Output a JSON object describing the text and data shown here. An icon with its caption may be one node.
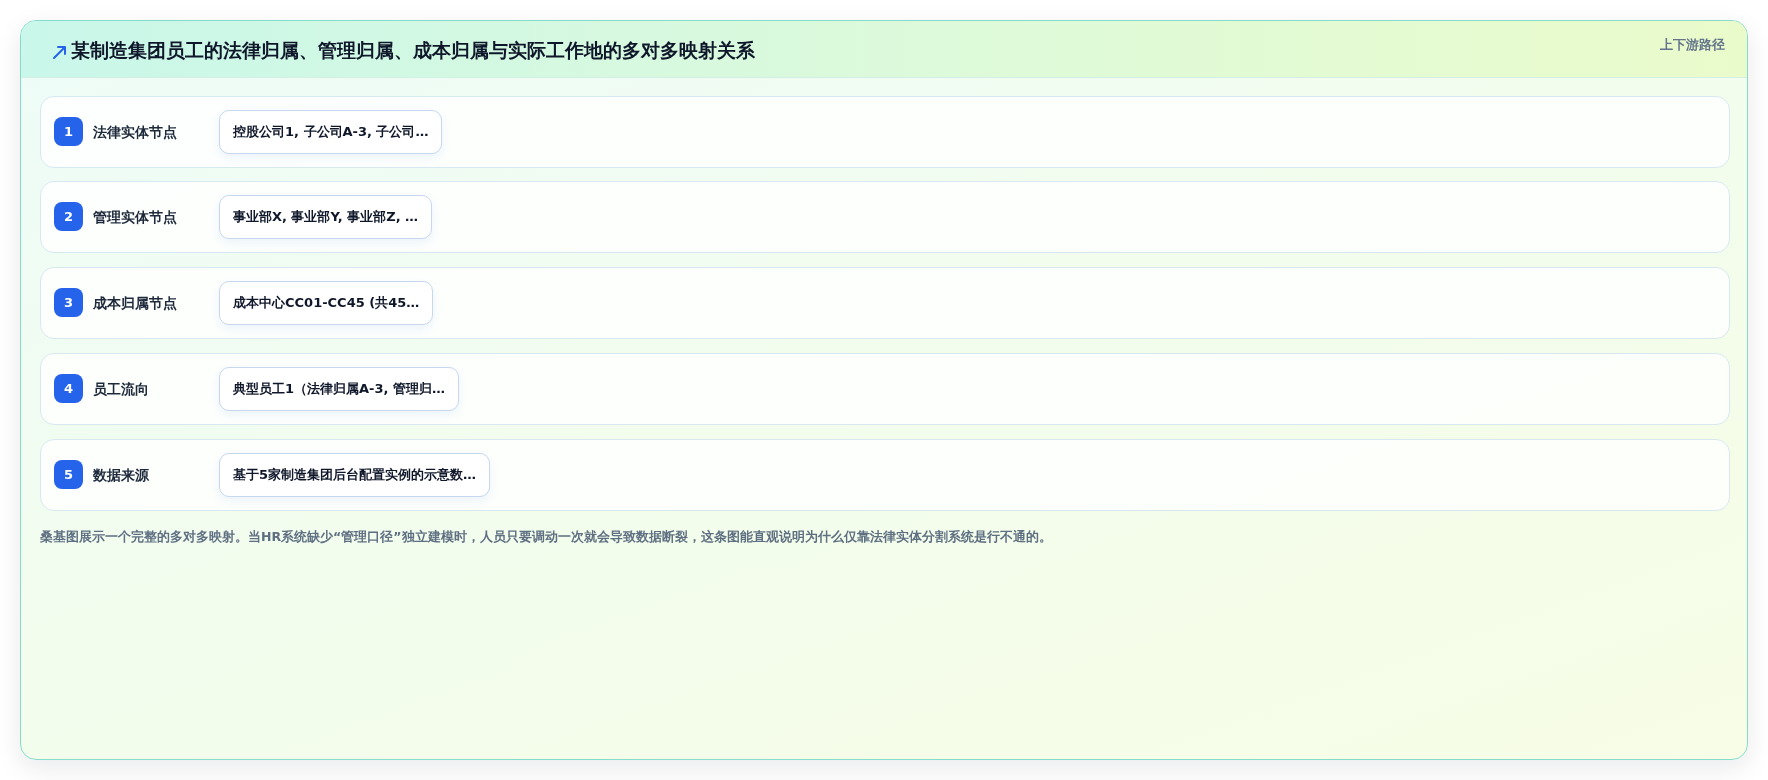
{
  "diagram": {
    "title": "某制造集团员工的法律归属、管理归属、成本归属与实际工作地的多对多映射关系",
    "caption": "桑基图展示一个完整的多对多映射。当HR系统缺少“管理口径”独立建模时，人员只要调动一次就会导致数据断裂，这条图能直观说明为什么仅靠法律实体分割系统是行不通的。",
    "labels": [
      "上下游路径"
    ],
    "nodes": [
      {
        "text": [
          "法律实体节点"
        ]
      },
      {
        "text": [
          "1"
        ],
        "in": 0
      },
      {
        "text": [
          "控股公司1, 子公司A-3, 子公司…"
        ],
        "in": 0
      },
      {
        "text": [
          "管理实体节点"
        ]
      },
      {
        "text": [
          "2"
        ],
        "in": 3
      },
      {
        "text": [
          "事业部X, 事业部Y, 事业部Z, …"
        ],
        "in": 3
      },
      {
        "text": [
          "成本归属节点"
        ]
      },
      {
        "text": [
          "3"
        ],
        "in": 6
      },
      {
        "text": [
          "成本中心CC01-CC45 (共45…"
        ],
        "in": 6
      },
      {
        "text": [
          "员工流向"
        ]
      },
      {
        "text": [
          "4"
        ],
        "in": 9
      },
      {
        "text": [
          "典型员工1（法律归属A-3, 管理归…"
        ],
        "in": 9
      },
      {
        "text": [
          "数据来源"
        ]
      },
      {
        "text": [
          "5"
        ],
        "in": 12
      },
      {
        "text": [
          "基于5家制造集团后台配置实例的示意数…"
        ],
        "in": 12
      }
    ]
  }
}
